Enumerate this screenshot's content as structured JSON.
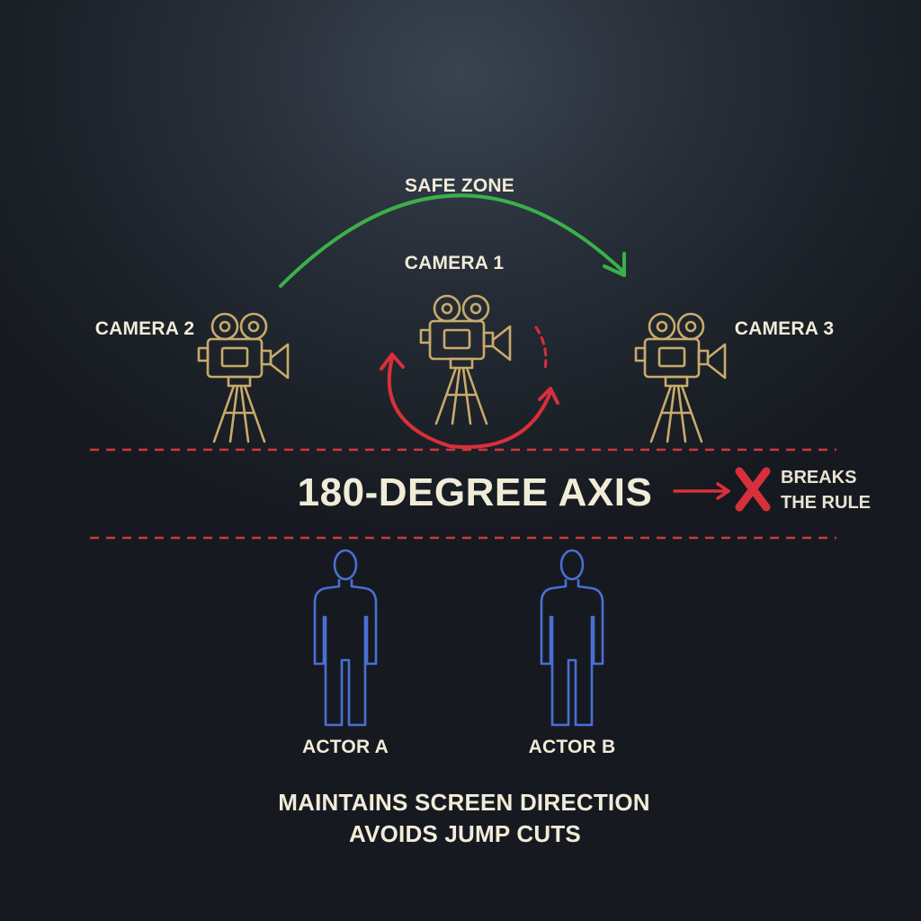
{
  "labels": {
    "safe_zone": "SAFE ZONE",
    "camera_1": "CAMERA 1",
    "camera_2": "CAMERA 2",
    "camera_3": "CAMERA 3",
    "axis": "180-DEGREE AXIS",
    "breaks_line1": "BREAKS",
    "breaks_line2": "THE RULE",
    "actor_a": "ACTOR A",
    "actor_b": "ACTOR B",
    "footer_line1": "MAINTAINS SCREEN DIRECTION",
    "footer_line2": "AVOIDS JUMP CUTS"
  },
  "icons": {
    "camera": "film-camera-icon",
    "actor": "person-outline-icon",
    "safe_arc": "green-arc-arrow",
    "break_arrows": "red-circular-arrows",
    "break_mark": "red-x-icon"
  },
  "colors": {
    "background": "#1b2027",
    "camera": "#c9ab6a",
    "actor": "#4a6fd4",
    "axis_line": "#d0383a",
    "safe_arc": "#3bb04a",
    "warning": "#d8303a",
    "text": "#f1ecd8"
  }
}
